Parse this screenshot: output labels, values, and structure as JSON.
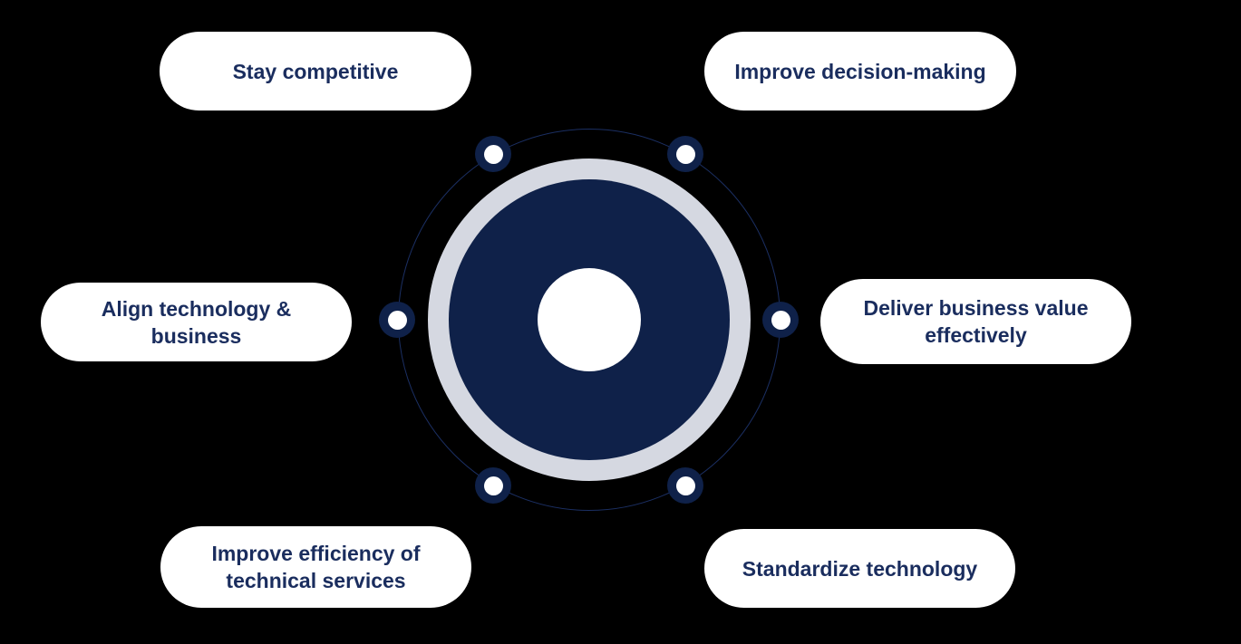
{
  "diagram": {
    "type": "hub-and-spoke",
    "node_count": 6,
    "labels": [
      {
        "id": "stay-competitive",
        "text": "Stay competitive",
        "position": "top-left"
      },
      {
        "id": "improve-decision-making",
        "text": "Improve decision-making",
        "position": "top-right"
      },
      {
        "id": "align-technology-business",
        "text": "Align technology & business",
        "position": "middle-left"
      },
      {
        "id": "deliver-business-value",
        "text": "Deliver business value effectively",
        "position": "middle-right"
      },
      {
        "id": "improve-efficiency",
        "text": "Improve efficiency of technical services",
        "position": "bottom-left"
      },
      {
        "id": "standardize-technology",
        "text": "Standardize technology",
        "position": "bottom-right"
      }
    ],
    "colors": {
      "background": "#000000",
      "pill_background": "#ffffff",
      "label_text": "#1a2d5e",
      "hub_navy": "#0f2149",
      "hub_ring_gray": "#d5d8e1",
      "hub_center_white": "#ffffff",
      "orbit_line": "#1b2f63"
    }
  }
}
